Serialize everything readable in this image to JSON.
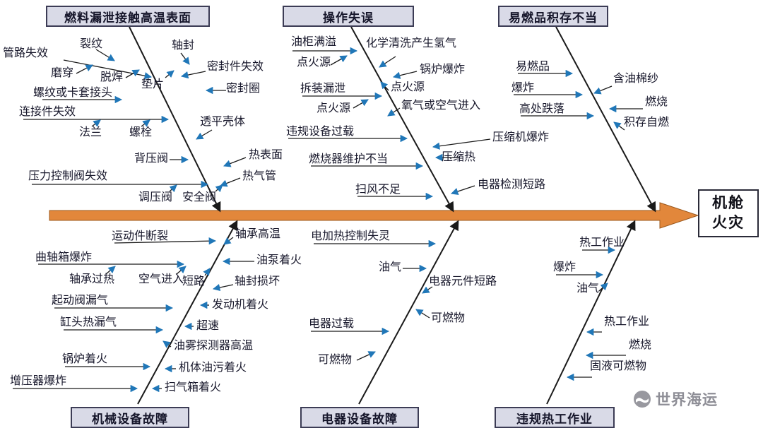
{
  "effect": {
    "line1": "机舱",
    "line2": "火灾"
  },
  "watermark": {
    "text": "世界海运"
  },
  "colors": {
    "main_arrow": "#E2873B",
    "main_arrow_edge": "#9C5A1E",
    "tick_arrow_blue": "#2077B8",
    "line_black": "#1a1a1a",
    "category_bg": "#D9DAE7",
    "category_border": "#3C3C55"
  },
  "branches": [
    {
      "id": "fuel-leak-hot-surface",
      "header": "燃料漏泄接触高温表面",
      "labels": [
        "裂纹",
        "管路失效",
        "磨穿",
        "脱焊",
        "螺纹或卡套接头",
        "连接件失效",
        "法兰",
        "螺栓",
        "轴封",
        "密封件失效",
        "垫片",
        "密封圈",
        "透平壳体",
        "背压阀",
        "热表面",
        "压力控制阀失效",
        "热气管",
        "调压阀",
        "安全阀"
      ]
    },
    {
      "id": "operation-error",
      "header": "操作失误",
      "labels": [
        "油柜满溢",
        "化学清洗产生氢气",
        "点火源",
        "锅炉爆炸",
        "点火源",
        "拆装漏泄",
        "点火源",
        "氧气或空气进入",
        "违规设备过载",
        "压缩机爆炸",
        "燃烧器维护不当",
        "压缩热",
        "扫风不足",
        "电器检测短路"
      ]
    },
    {
      "id": "flammable-storage",
      "header": "易燃品积存不当",
      "labels": [
        "易燃品",
        "爆炸",
        "高处跌落",
        "含油棉纱",
        "燃烧",
        "积存自燃"
      ]
    },
    {
      "id": "mechanical-failure",
      "header": "机械设备故障",
      "labels": [
        "运动件断裂",
        "曲轴箱爆炸",
        "轴承过热",
        "空气进入",
        "起动阀漏气",
        "缸头热漏气",
        "轴承高温",
        "油泵着火",
        "短路",
        "轴封损坏",
        "发动机着火",
        "超速",
        "油雾探测器高温",
        "锅炉着火",
        "机体油污着火",
        "增压器爆炸",
        "扫气箱着火"
      ]
    },
    {
      "id": "electrical-failure",
      "header": "电器设备故障",
      "labels": [
        "电加热控制失灵",
        "油气",
        "电器元件短路",
        "可燃物",
        "电器过载",
        "可燃物"
      ]
    },
    {
      "id": "illegal-hotwork",
      "header": "违规热工作业",
      "labels": [
        "热工作业",
        "爆炸",
        "油气",
        "热工作业",
        "燃烧",
        "固液可燃物"
      ]
    }
  ]
}
